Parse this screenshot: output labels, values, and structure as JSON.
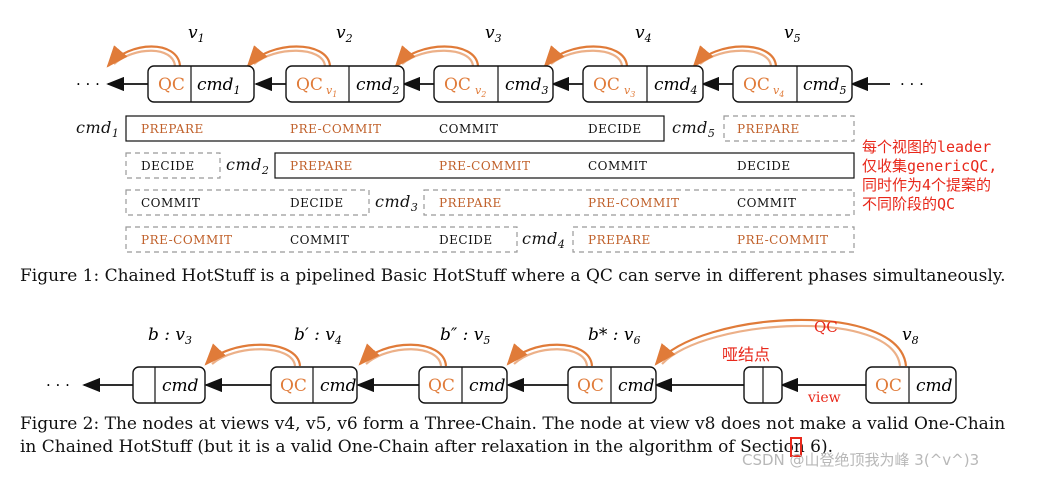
{
  "figure1": {
    "views": [
      "v1",
      "v2",
      "v3",
      "v4",
      "v5"
    ],
    "nodes": [
      {
        "qc": "QC",
        "qc_sub": "",
        "cmd": "cmd1"
      },
      {
        "qc": "QC",
        "qc_sub": "v1",
        "cmd": "cmd2"
      },
      {
        "qc": "QC",
        "qc_sub": "v2",
        "cmd": "cmd3"
      },
      {
        "qc": "QC",
        "qc_sub": "v3",
        "cmd": "cmd4"
      },
      {
        "qc": "QC",
        "qc_sub": "v4",
        "cmd": "cmd5"
      }
    ],
    "ellipsis": "· · ·",
    "rows": [
      {
        "label": "cmd1",
        "cells": [
          "PREPARE",
          "PRE-COMMIT",
          "COMMIT",
          "DECIDE"
        ],
        "label2": "cmd5",
        "cells2": [
          "PREPARE"
        ]
      },
      {
        "pre": [
          "DECIDE"
        ],
        "label": "cmd2",
        "cells": [
          "PREPARE",
          "PRE-COMMIT",
          "COMMIT",
          "DECIDE"
        ]
      },
      {
        "pre": [
          "COMMIT",
          "DECIDE"
        ],
        "label": "cmd3",
        "cells": [
          "PREPARE",
          "PRE-COMMIT",
          "COMMIT"
        ]
      },
      {
        "pre": [
          "PRE-COMMIT",
          "COMMIT",
          "DECIDE"
        ],
        "label": "cmd4",
        "cells": [
          "PREPARE",
          "PRE-COMMIT"
        ]
      }
    ],
    "caption": "Figure 1: Chained HotStuff is a pipelined Basic HotStuff where a QC can serve in different phases simultaneously."
  },
  "annotation": {
    "lines": [
      "每个视图的leader",
      "仅收集genericQC,",
      "同时作为4个提案的",
      "不同阶段的QC"
    ]
  },
  "figure2": {
    "labels": [
      "b : v3",
      "b′ : v4",
      "b″ : v5",
      "b* : v6",
      "v8"
    ],
    "cmd": "cmd",
    "qc": "QC",
    "dummy_label": "哑结点",
    "qc_label": "QC",
    "view_label": "view",
    "caption_line1": "Figure 2: The nodes at views v4, v5, v6 form a Three-Chain. The node at view v8 does not make a valid One-Chain",
    "caption_line2": "in Chained HotStuff (but it is a valid One-Chain after relaxation in the algorithm of Section 6)."
  },
  "watermark": "CSDN @山登绝顶我为峰 3(^v^)3",
  "colors": {
    "accent": "#e07b39",
    "note": "#e8281b",
    "border": "#111111",
    "dash": "#999999"
  }
}
